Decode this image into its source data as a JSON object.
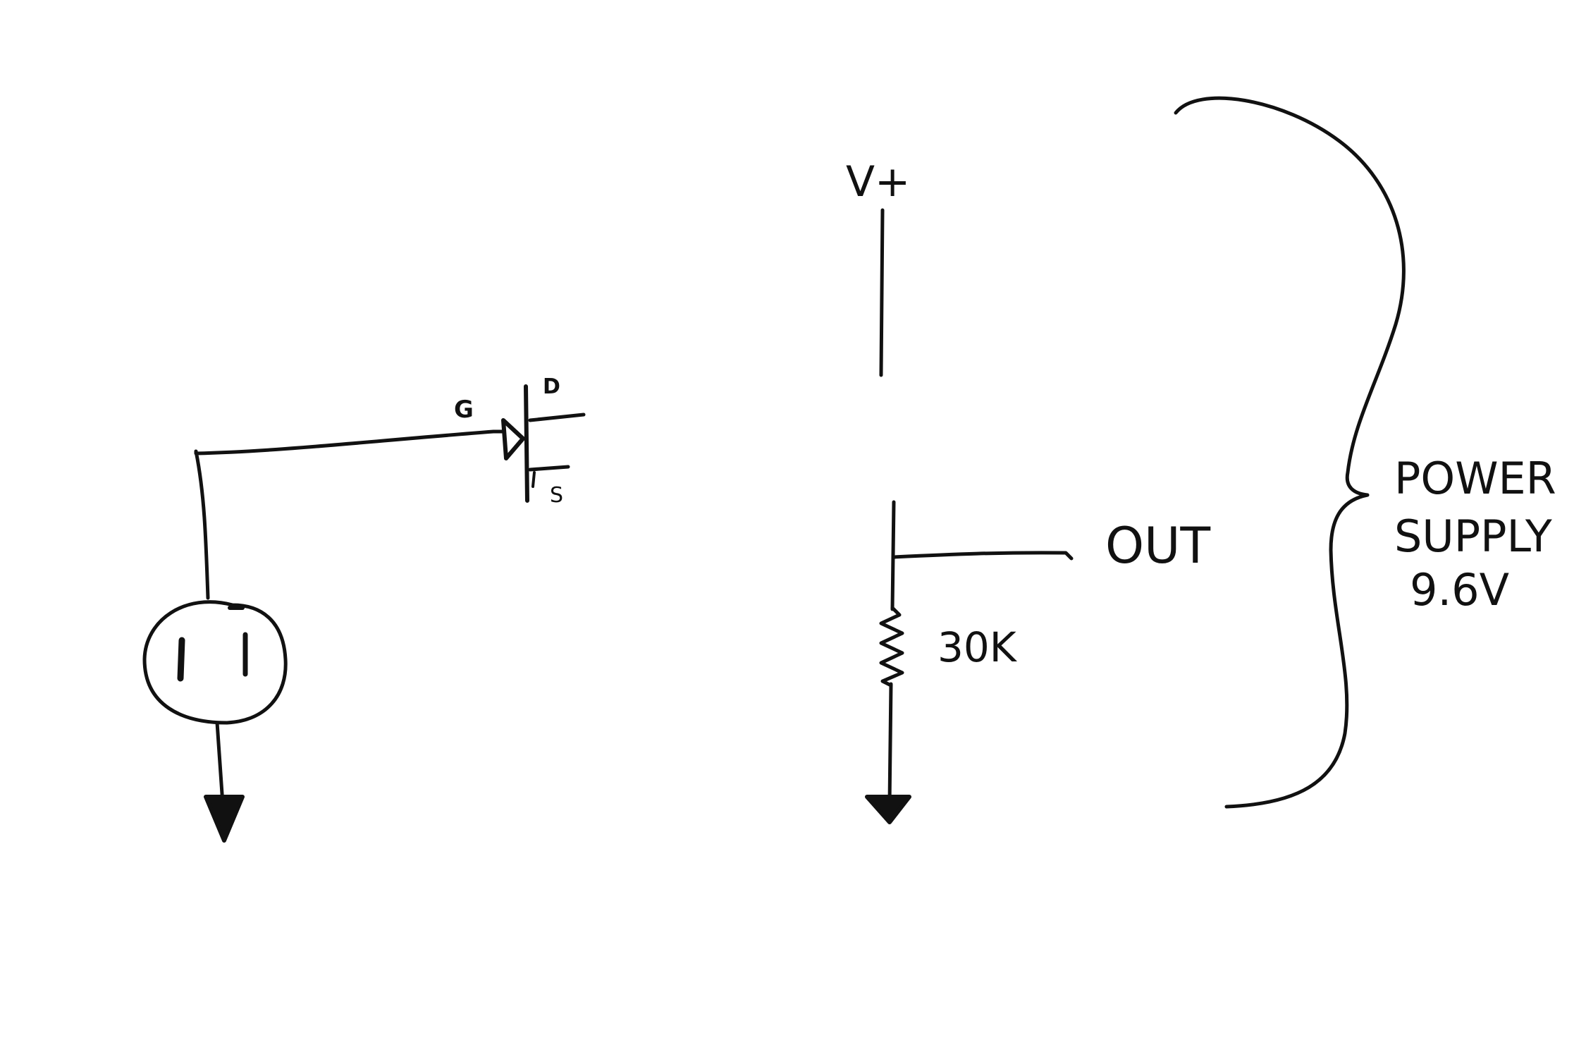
{
  "colors": {
    "ink": "#111111",
    "paper": "#ffffff"
  },
  "mosfet": {
    "gate_label": "G",
    "drain_label": "D",
    "source_label": "S"
  },
  "supply": {
    "vplus_label": "V+",
    "out_label": "OUT",
    "resistor_label": "30K"
  },
  "annotation": {
    "line1": "POWER",
    "line2": "SUPPLY",
    "line3": "9.6V"
  },
  "icons": [
    "ac-outlet-icon",
    "ground-icon",
    "resistor-icon",
    "curly-brace-icon"
  ]
}
